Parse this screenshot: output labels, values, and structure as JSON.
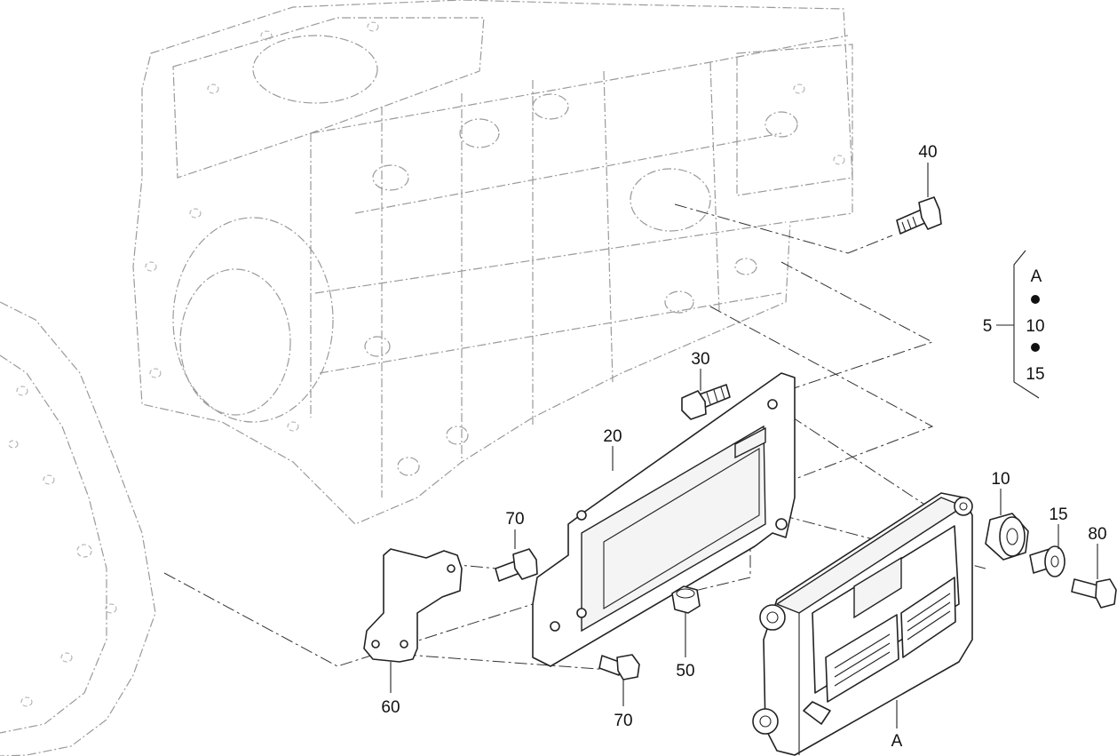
{
  "callouts": {
    "c40": "40",
    "c30": "30",
    "c20": "20",
    "c70a": "70",
    "c70b": "70",
    "c50": "50",
    "c60": "60",
    "c10": "10",
    "c15": "15",
    "c80": "80",
    "cA": "A"
  },
  "kit": {
    "ref": "5",
    "items": [
      "A",
      "10",
      "15"
    ]
  }
}
